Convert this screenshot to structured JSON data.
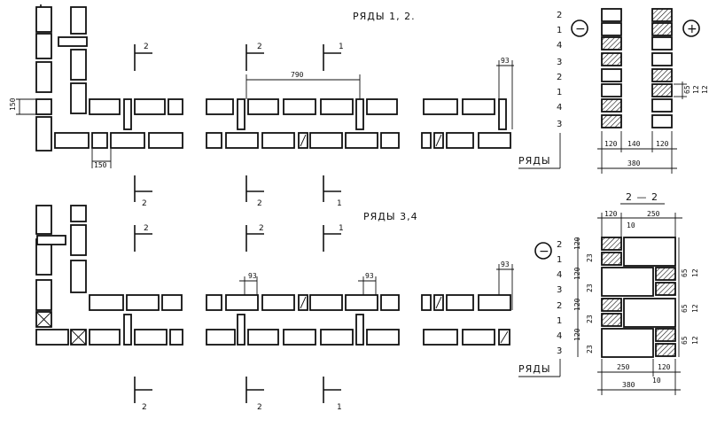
{
  "labels": {
    "rows12": "РЯДЫ 1, 2.",
    "rows34": "РЯДЫ 3,4",
    "rows_a": "РЯДЫ",
    "rows_b": "РЯДЫ",
    "section_title": "2 — 2",
    "minus_top": "−",
    "plus_top": "+",
    "minus_bottom": "−"
  },
  "dims": {
    "d150a": "150",
    "d150b": "150",
    "d790": "790",
    "d93a": "93",
    "d93b": "93",
    "d93c": "93",
    "d93d": "93",
    "t120a": "120",
    "t140": "140",
    "t120b": "120",
    "t380a": "380",
    "t65": "65",
    "t12a": "12",
    "t12b": "12",
    "b120top": "120",
    "b250top": "250",
    "b10top": "10",
    "b250bot": "250",
    "b120bot": "120",
    "b380": "380",
    "b10bot": "10"
  },
  "sections": {
    "top_row": [
      "2",
      "2",
      "1"
    ],
    "mid_row1": [
      "2",
      "2",
      "1"
    ],
    "mid_row2": [
      "2",
      "2",
      "1"
    ],
    "bot_row": [
      "2",
      "2",
      "1"
    ]
  },
  "row_numbers_top": [
    "2",
    "1",
    "4",
    "3",
    "2",
    "1",
    "4",
    "3"
  ],
  "row_numbers_bottom": [
    "2",
    "1",
    "4",
    "3",
    "2",
    "1",
    "4",
    "3"
  ],
  "left_dims_bottom": [
    "120",
    "23",
    "120",
    "23",
    "120",
    "23",
    "120",
    "23"
  ],
  "right_dims_bottom": [
    "65",
    "12",
    "65",
    "12",
    "65",
    "12"
  ]
}
